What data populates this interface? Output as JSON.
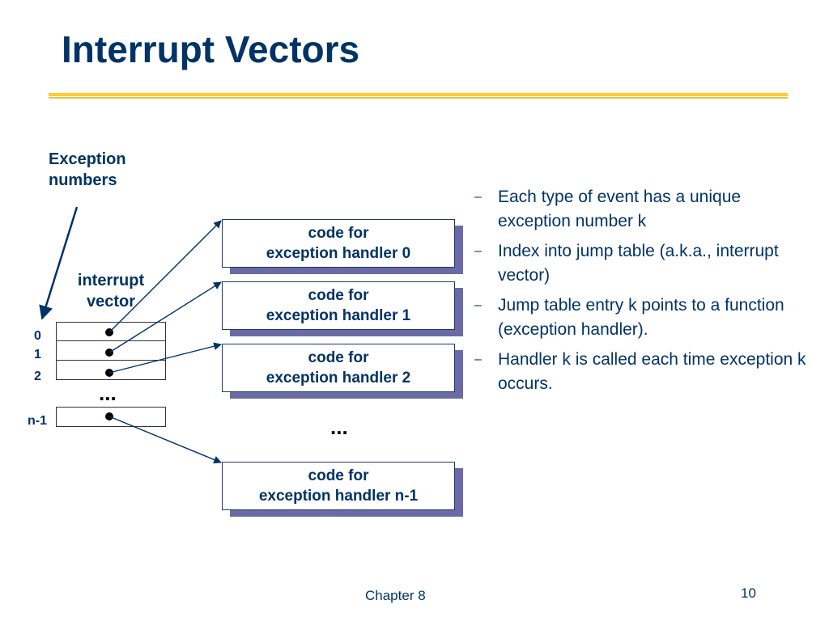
{
  "slide": {
    "title": "Interrupt Vectors",
    "footer": "Chapter 8",
    "page_number": "10"
  },
  "diagram": {
    "exception_numbers_label": [
      "Exception",
      "numbers"
    ],
    "interrupt_vector_label": [
      "interrupt",
      "vector"
    ],
    "indices": [
      "0",
      "1",
      "2",
      "n-1"
    ],
    "ellipsis": "...",
    "handlers": [
      {
        "line1": "code for",
        "line2": "exception handler 0"
      },
      {
        "line1": "code for",
        "line2": "exception handler 1"
      },
      {
        "line1": "code for",
        "line2": "exception handler 2"
      },
      {
        "line1": "code for",
        "line2": "exception handler n-1"
      }
    ],
    "colors": {
      "title": "#003366",
      "rule": "#FFCC33",
      "shadow": "#6A6AA6",
      "text": "#003366"
    }
  },
  "bullets": [
    "Each type of event has a unique exception number k",
    "Index into jump table (a.k.a., interrupt vector)",
    "Jump table entry k points to a function (exception handler).",
    "Handler k is called each time exception k occurs."
  ],
  "bullet_marker": "–"
}
